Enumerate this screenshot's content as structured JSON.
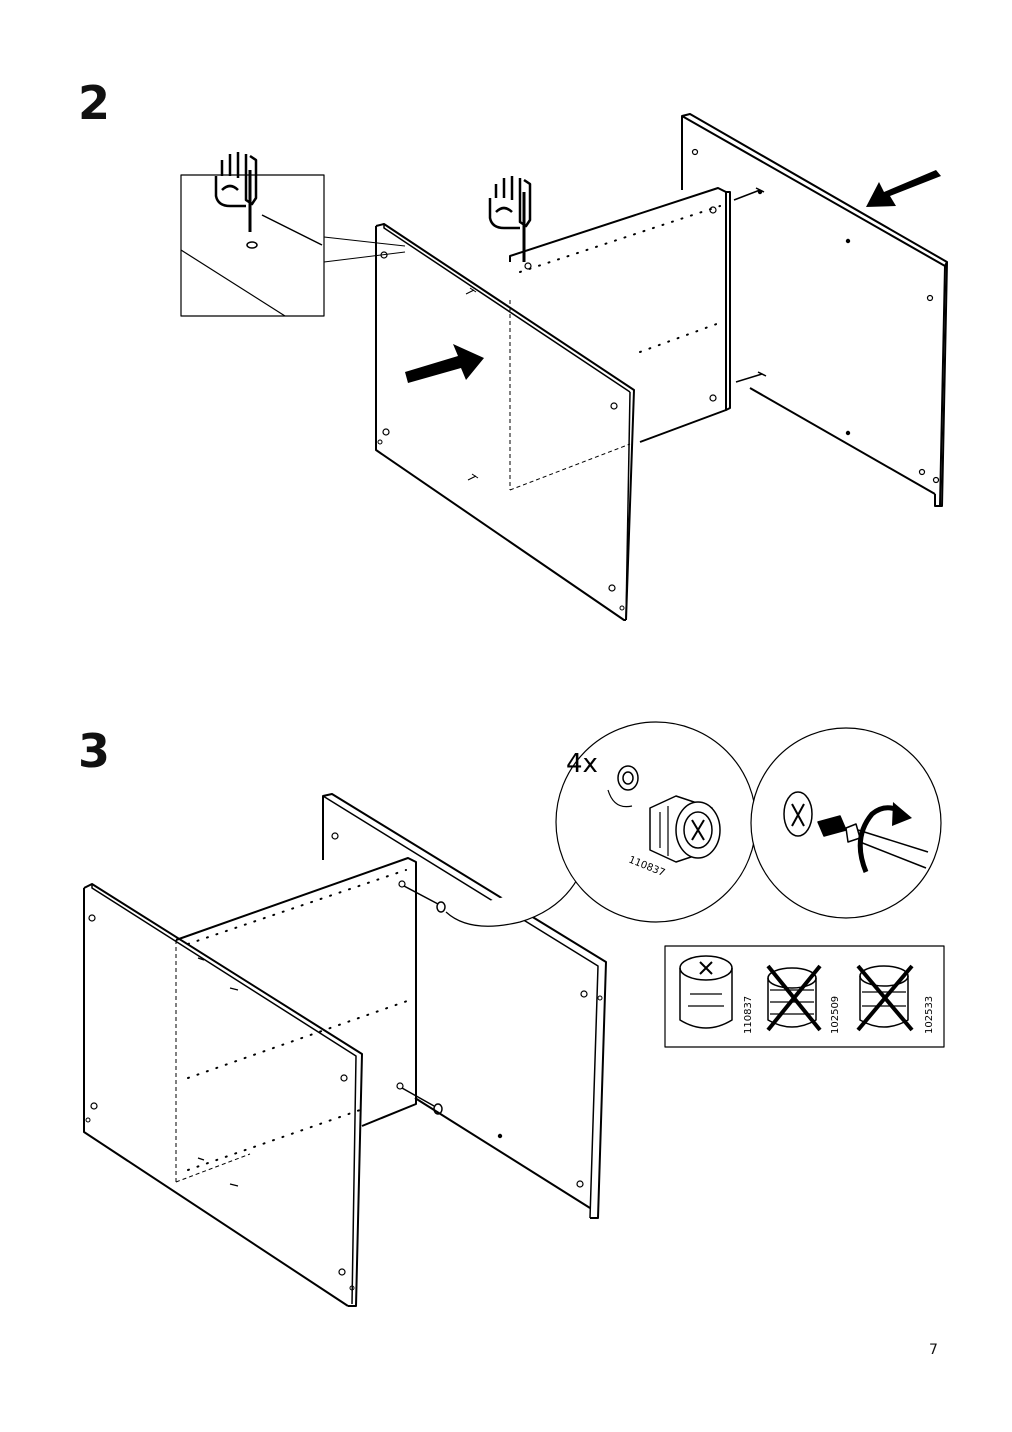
{
  "steps": [
    {
      "number": "2"
    },
    {
      "number": "3"
    }
  ],
  "step3": {
    "quantity_label": "4x",
    "callout_part": "110837",
    "comparison_parts": [
      {
        "id": "110837",
        "status": "correct"
      },
      {
        "id": "102509",
        "status": "wrong"
      },
      {
        "id": "102533",
        "status": "wrong"
      }
    ]
  },
  "page": {
    "number": "7"
  },
  "icons": [
    "hand-pointer-icon",
    "push-arrow-icon",
    "cam-lock-fitting-icon",
    "screwdriver-icon",
    "rotate-arrow-icon",
    "cross-out-icon"
  ]
}
